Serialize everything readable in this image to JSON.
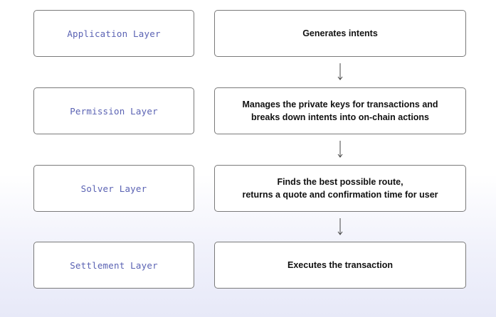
{
  "layers": [
    {
      "label": "Application Layer",
      "description": "Generates intents"
    },
    {
      "label": "Permission Layer",
      "description": "Manages the private keys for transactions and\nbreaks down intents into on-chain actions"
    },
    {
      "label": "Solver Layer",
      "description": "Finds the best possible route,\nreturns a quote and confirmation time for user"
    },
    {
      "label": "Settlement Layer",
      "description": "Executes the transaction"
    }
  ],
  "colors": {
    "layer_label": "#5a62b3",
    "border": "#7a7a7a",
    "description_text": "#111111",
    "arrow": "#444444"
  }
}
